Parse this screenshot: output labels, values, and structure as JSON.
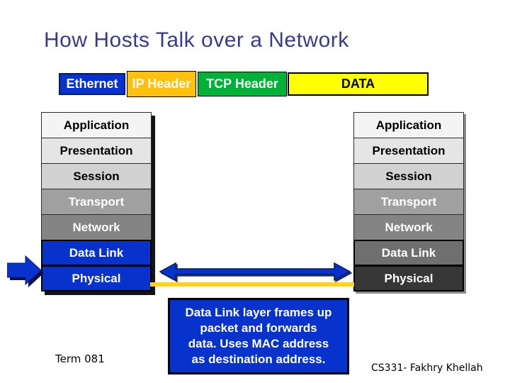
{
  "title": "How Hosts Talk over a Network",
  "packet_bar": {
    "segments": [
      {
        "label": "Ethernet",
        "bg": "#0733cc",
        "fg": "#ffffff"
      },
      {
        "label": "IP Header",
        "bg": "#ffc010",
        "fg": "#ffffff"
      },
      {
        "label": "TCP Header",
        "bg": "#00b139",
        "fg": "#ffffff"
      },
      {
        "label": "DATA",
        "bg": "#ffff00",
        "fg": "#000000"
      }
    ]
  },
  "osi_layers": [
    "Application",
    "Presentation",
    "Session",
    "Transport",
    "Network",
    "Data Link",
    "Physical"
  ],
  "stacks": {
    "left": {
      "row_colors": [
        "#f4f4f4",
        "#e5e5e5",
        "#d1d1d1",
        "#a0a0a0",
        "#848484",
        "#0733cc",
        "#0733cc"
      ]
    },
    "right": {
      "row_colors": [
        "#f4f4f4",
        "#e5e5e5",
        "#d1d1d1",
        "#a0a0a0",
        "#848484",
        "#6f6f6f",
        "#373737"
      ]
    }
  },
  "callout": {
    "lines": [
      "Data Link layer frames up",
      "packet and forwards",
      "data. Uses MAC address",
      "as destination address."
    ],
    "bg": "#0733cc",
    "fg": "#ffffff"
  },
  "footer": {
    "left": "Term 081",
    "right": "CS331- Fakhry Khellah"
  },
  "accent_colors": {
    "title": "#3a3a8a",
    "arrow_blue": "#0733cc",
    "wire_yellow": "#ffd21e"
  }
}
